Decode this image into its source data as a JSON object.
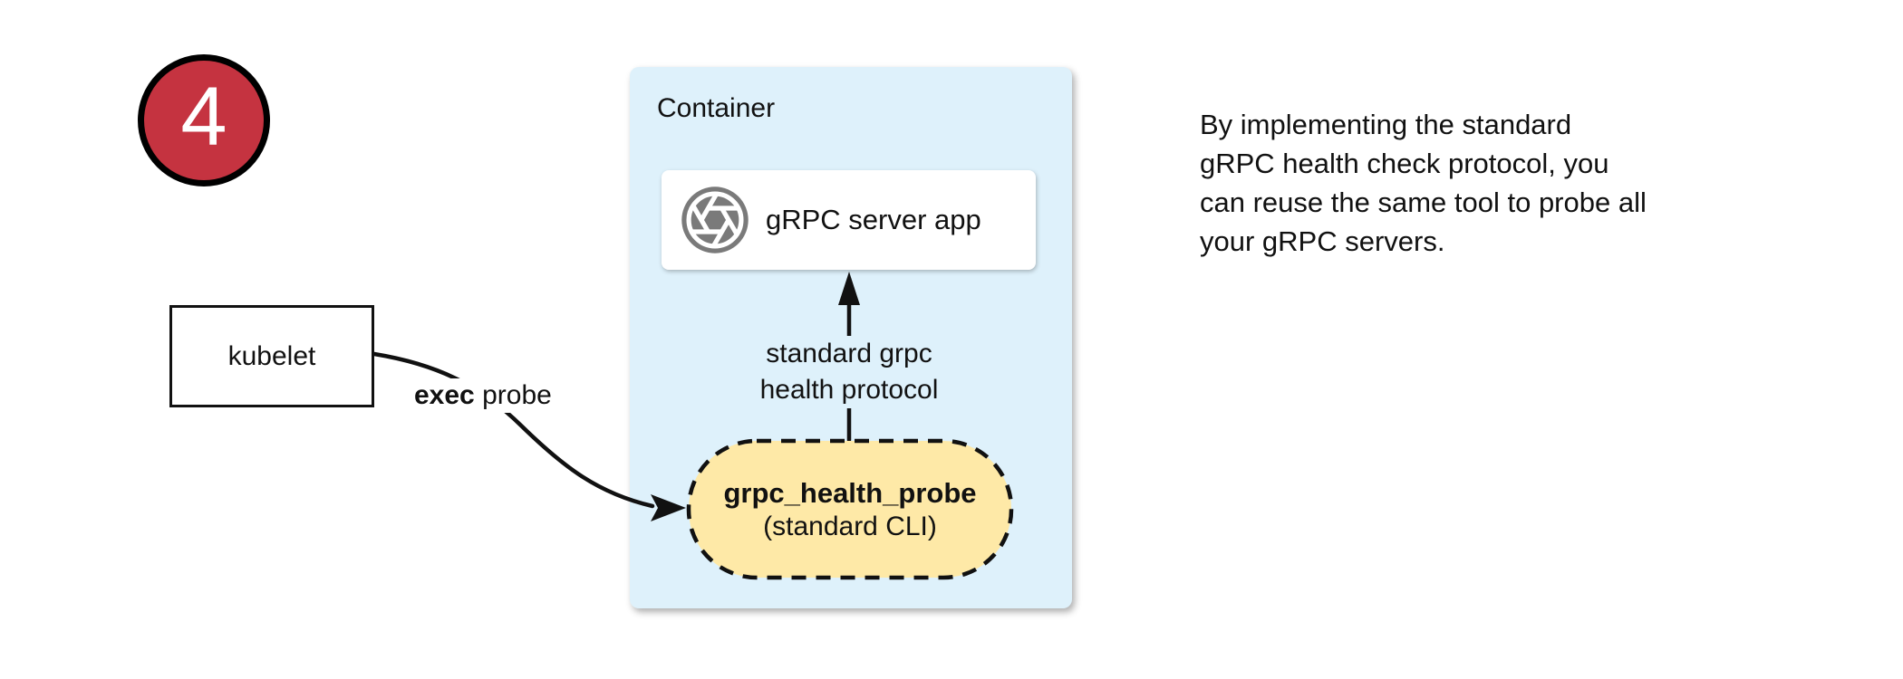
{
  "colors": {
    "background": "#ffffff",
    "container_fill": "#def1fb",
    "pill_fill": "#fee9a7",
    "badge_fill": "#c53340",
    "icon_gray": "#7a7a7a",
    "ink": "#111111"
  },
  "step_badge": {
    "number": "4"
  },
  "kubelet_box": {
    "label": "kubelet"
  },
  "exec_probe_label": {
    "bold": "exec",
    "regular": " probe"
  },
  "container": {
    "title": "Container"
  },
  "grpc_server_box": {
    "label": "gRPC server app",
    "icon": "aperture-icon"
  },
  "protocol_arrow_label": {
    "line1": "standard grpc",
    "line2": "health protocol"
  },
  "probe_pill": {
    "title": "grpc_health_probe",
    "subtitle": "(standard CLI)"
  },
  "note": {
    "lines": [
      "By implementing the standard",
      "gRPC health check protocol, you",
      "can reuse the same tool to probe all",
      "your gRPC servers."
    ]
  }
}
